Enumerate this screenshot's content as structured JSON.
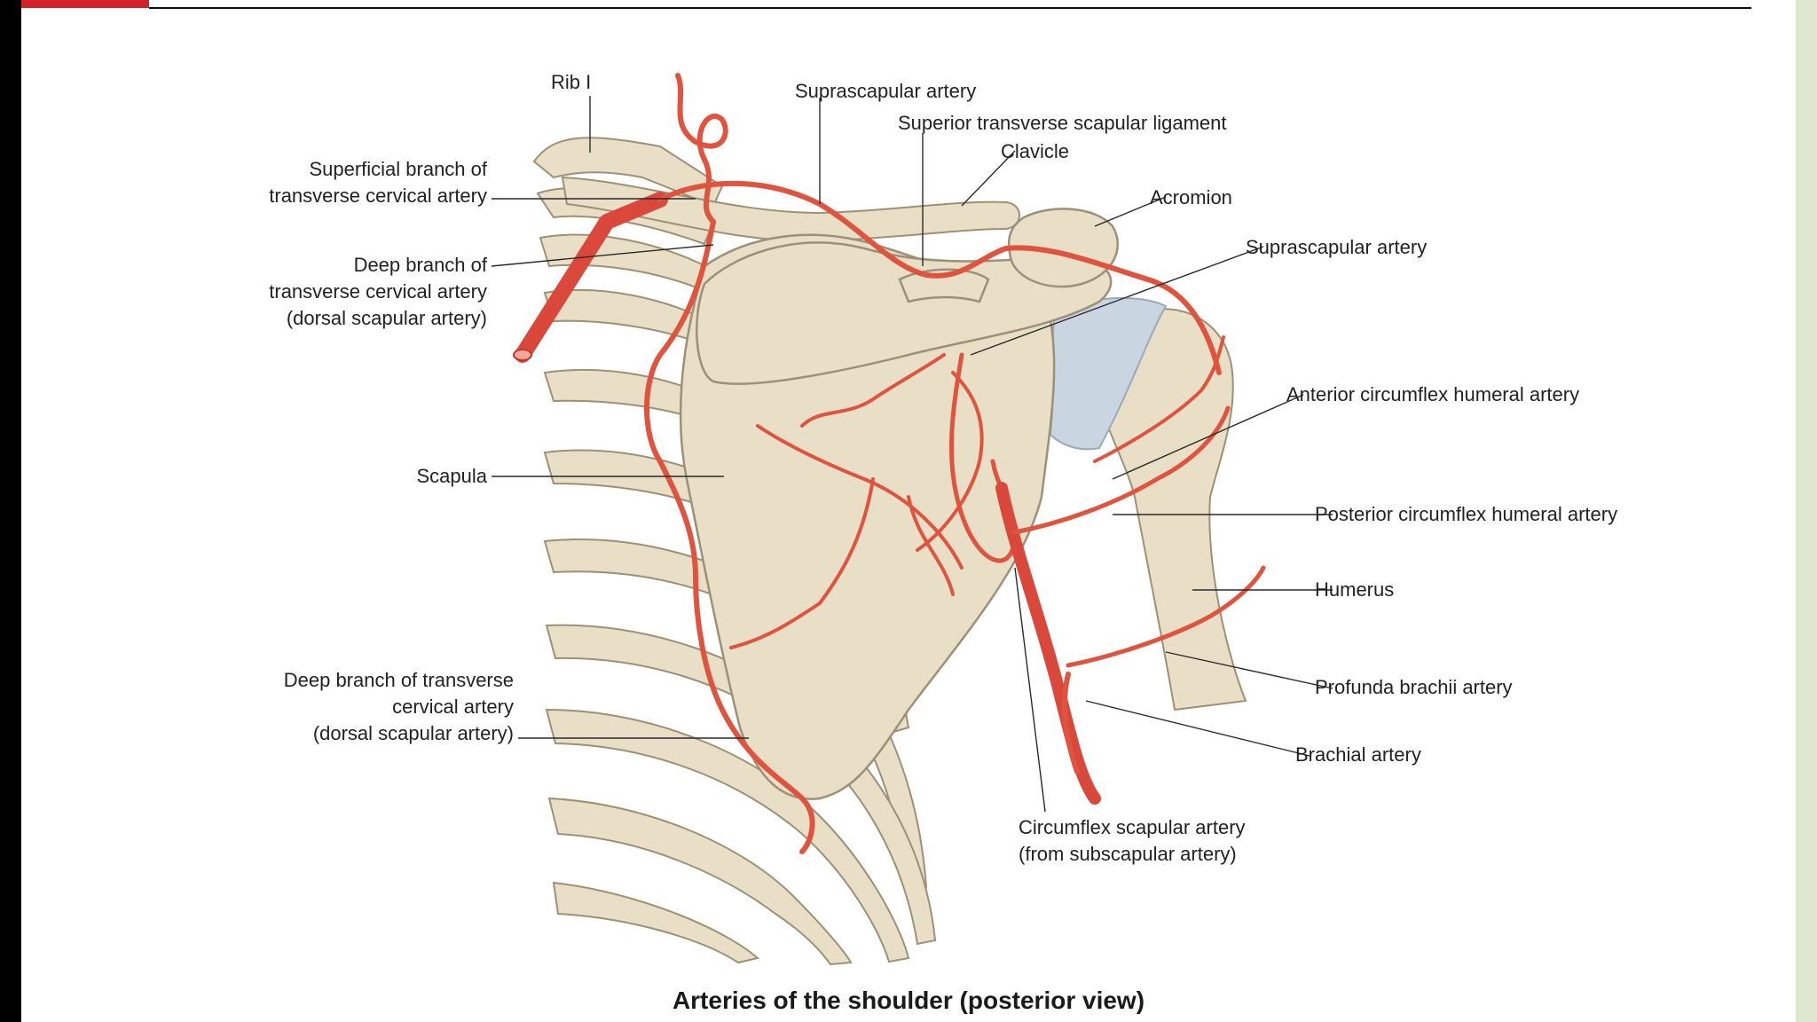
{
  "slide": {
    "accent_color": "#d2232a",
    "caption": "Arteries of the shoulder (posterior view)"
  },
  "colors": {
    "bone": "#e8dfc6",
    "bone_outline": "#9c9176",
    "artery": "#e0533f",
    "cartilage": "#c9d6e2"
  },
  "labels": {
    "rib_1": "Rib I",
    "suprascapular_artery_top": "Suprascapular artery",
    "superior_transverse_scapular_ligament": "Superior transverse scapular ligament",
    "clavicle": "Clavicle",
    "acromion": "Acromion",
    "superficial_branch": [
      "Superficial branch of",
      "transverse cervical artery"
    ],
    "deep_branch_upper": [
      "Deep branch of",
      "transverse cervical artery",
      "(dorsal scapular artery)"
    ],
    "suprascapular_artery_right": "Suprascapular artery",
    "anterior_circumflex_humeral_artery": "Anterior circumflex humeral artery",
    "scapula": "Scapula",
    "posterior_circumflex_humeral_artery": "Posterior circumflex humeral artery",
    "humerus": "Humerus",
    "profunda_brachii_artery": "Profunda brachii artery",
    "deep_branch_lower": [
      "Deep branch of transverse",
      "cervical artery",
      "(dorsal scapular artery)"
    ],
    "brachial_artery": "Brachial artery",
    "circumflex_scapular_artery": [
      "Circumflex scapular artery",
      "(from subscapular artery)"
    ]
  }
}
